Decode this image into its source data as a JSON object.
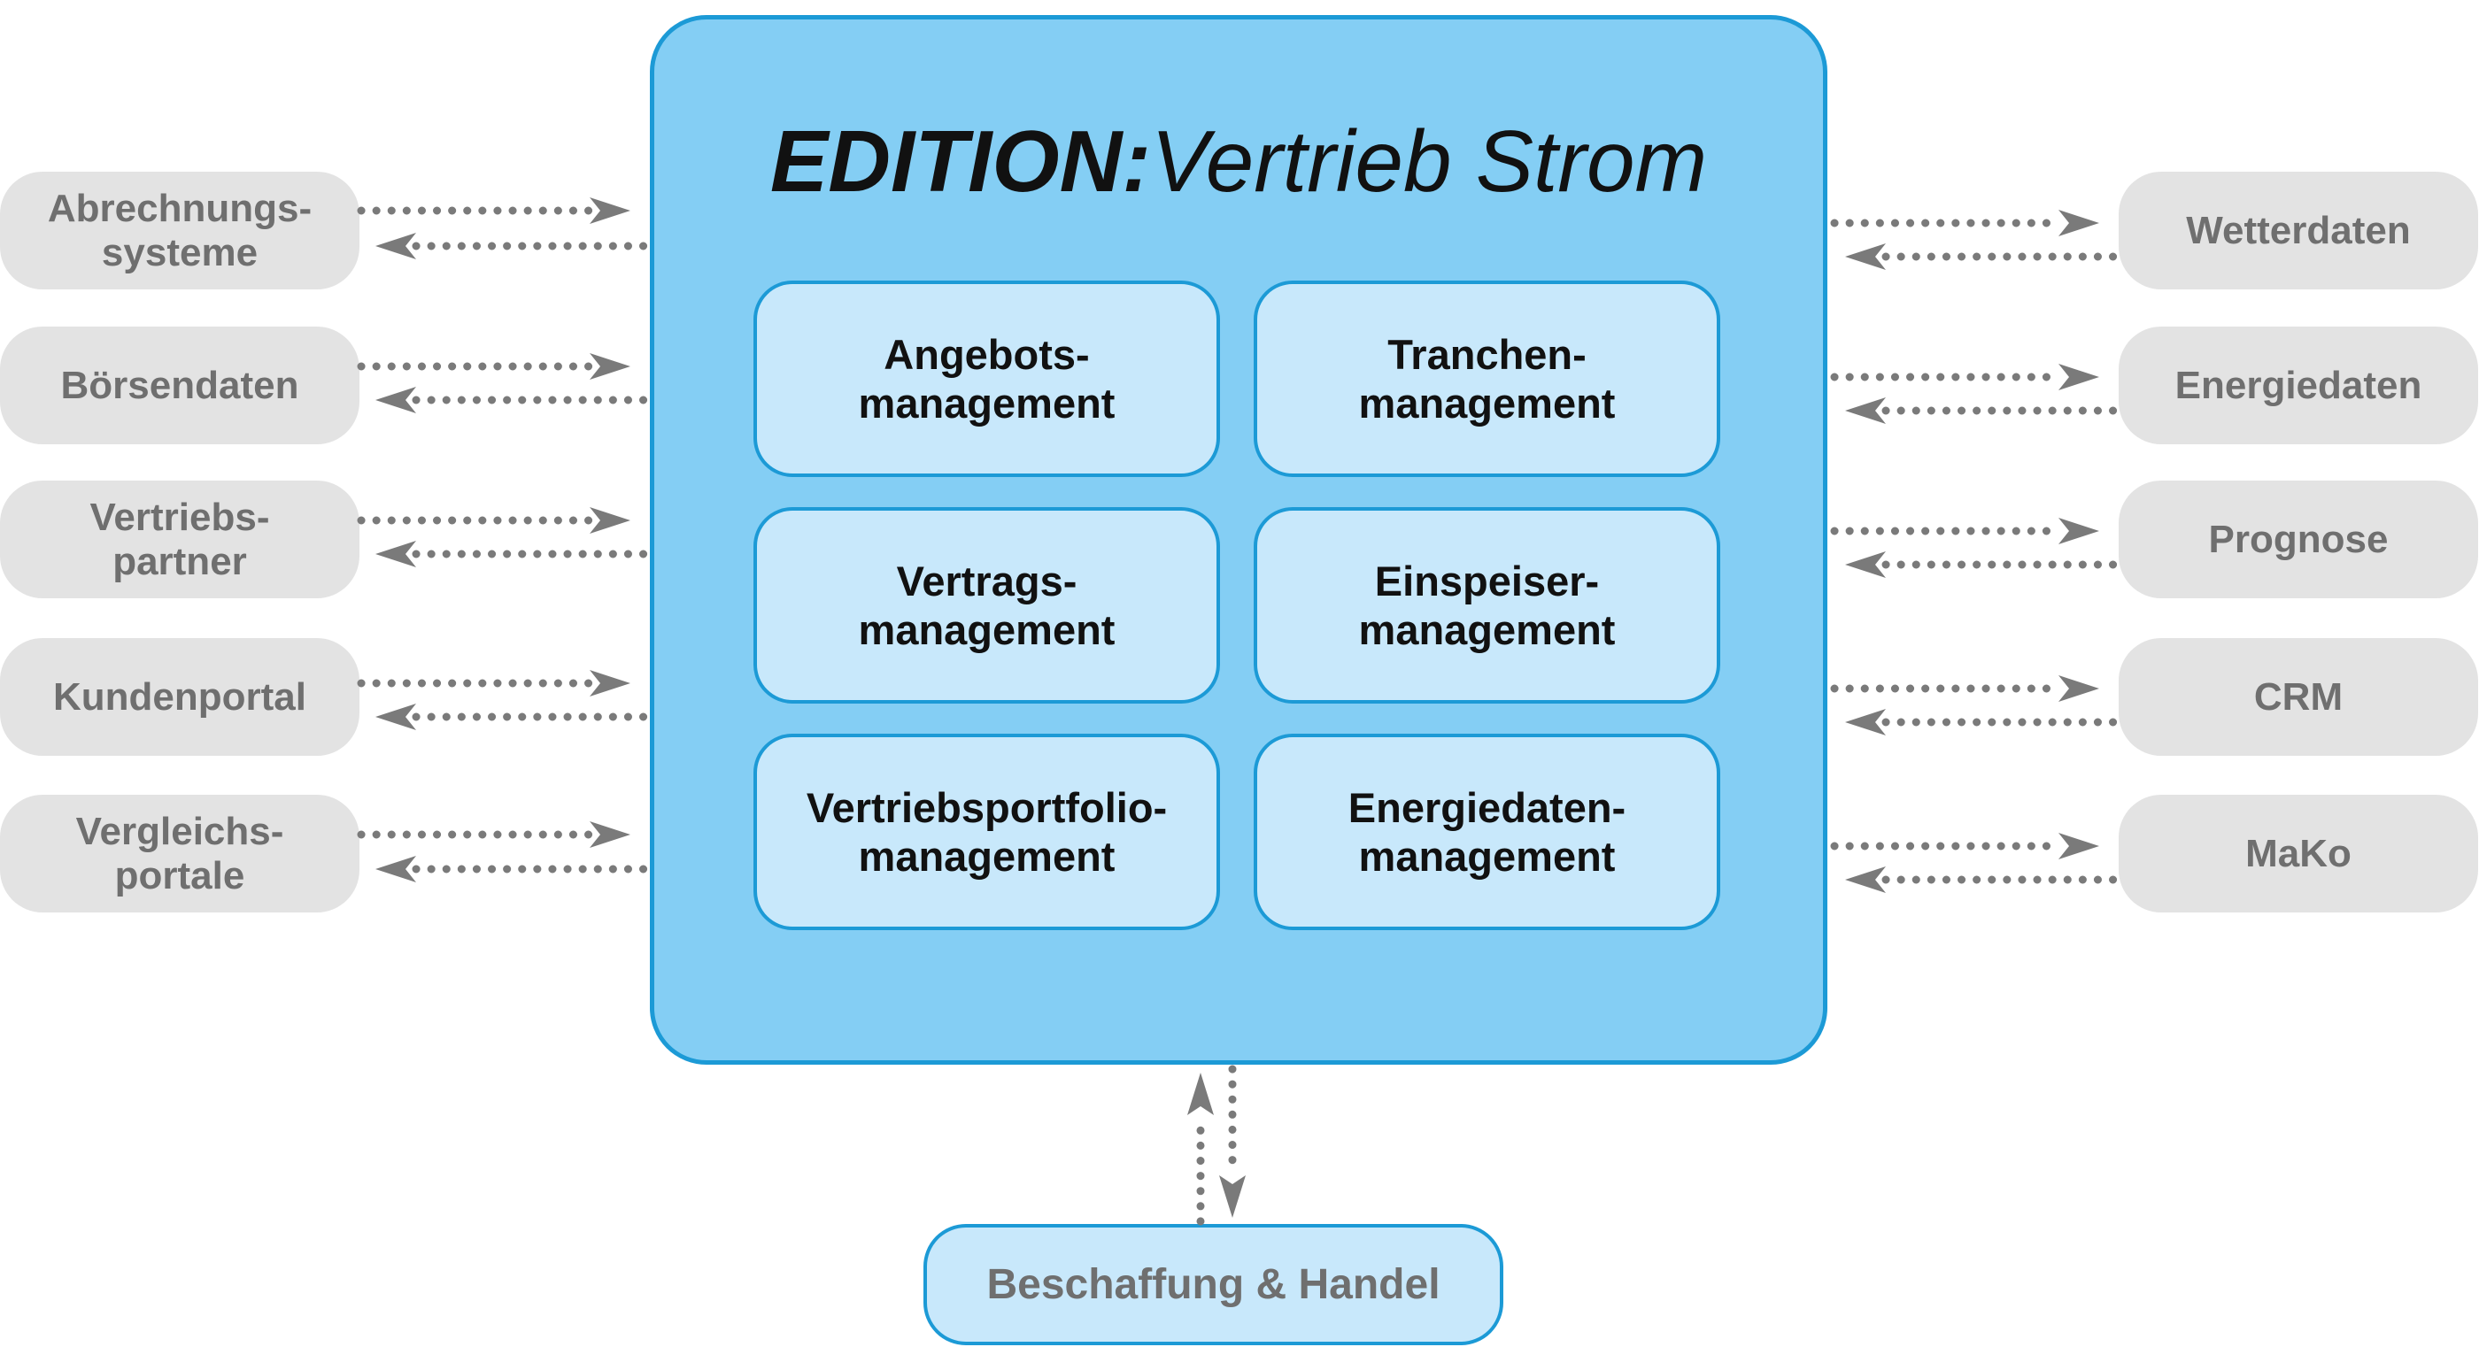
{
  "title": {
    "bold": "EDITION:",
    "regular": "Vertrieb Strom"
  },
  "modules": [
    "Angebots-\nmanagement",
    "Tranchen-\nmanagement",
    "Vertrags-\nmanagement",
    "Einspeiser-\nmanagement",
    "Vertriebsportfolio-\nmanagement",
    "Energiedaten-\nmanagement"
  ],
  "left_systems": [
    "Abrechnungs-\nsysteme",
    "Börsendaten",
    "Vertriebs-\npartner",
    "Kundenportal",
    "Vergleichs-\nportale"
  ],
  "right_systems": [
    "Wetterdaten",
    "Energiedaten",
    "Prognose",
    "CRM",
    "MaKo"
  ],
  "bottom_system": "Beschaffung & Handel",
  "colors": {
    "main_fill": "#84cef4",
    "border": "#1c9ad6",
    "module_fill": "#c8e8fb",
    "external_fill": "#e3e3e3",
    "external_text": "#6f6f6f",
    "arrow": "#7a7a7a"
  }
}
